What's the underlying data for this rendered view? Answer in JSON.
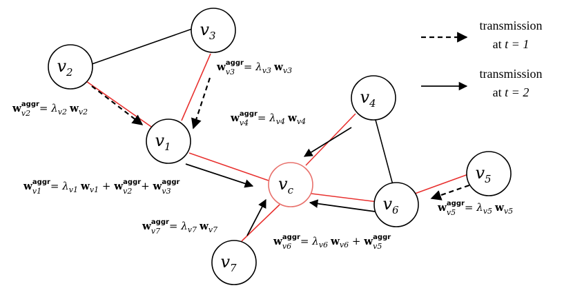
{
  "legend": {
    "dashed": {
      "line1": "transmission",
      "line2_prefix": "at ",
      "line2_var": "t",
      "line2_eq": " = ",
      "line2_val": "1"
    },
    "solid": {
      "line1": "transmission",
      "line2_prefix": "at ",
      "line2_var": "t",
      "line2_eq": " = ",
      "line2_val": "2"
    }
  },
  "nodes": {
    "v1": {
      "base": "v",
      "sub": "1"
    },
    "v2": {
      "base": "v",
      "sub": "2"
    },
    "v3": {
      "base": "v",
      "sub": "3"
    },
    "v4": {
      "base": "v",
      "sub": "4"
    },
    "v5": {
      "base": "v",
      "sub": "5"
    },
    "v6": {
      "base": "v",
      "sub": "6"
    },
    "v7": {
      "base": "v",
      "sub": "7"
    },
    "vc": {
      "base": "v",
      "sub": "c"
    }
  },
  "equations": {
    "w": "w",
    "aggr": "aggr",
    "eq": " = ",
    "lambda": "λ",
    "plus": " + ",
    "v1": "v1",
    "v2": "v2",
    "v3": "v3",
    "v4": "v4",
    "v5": "v5",
    "v6": "v6",
    "v7": "v7"
  },
  "colors": {
    "red_edge": "#e8312f",
    "black": "#000000",
    "vc_stroke": "#e8706b"
  }
}
